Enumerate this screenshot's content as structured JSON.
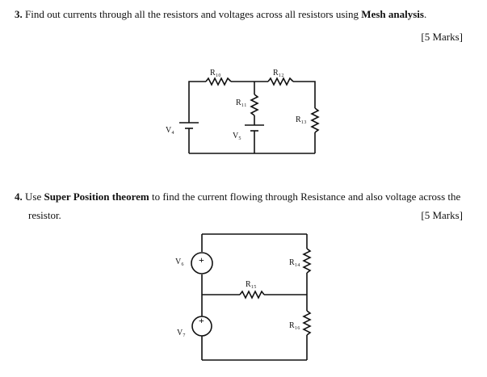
{
  "q3": {
    "number": "3.",
    "text_before": "Find out currents through all the resistors and voltages across all resistors using ",
    "bold": "Mesh analysis",
    "text_after": ".",
    "marks": "[5 Marks]",
    "labels": {
      "r10": "R₁₀",
      "r12": "R₁₂",
      "r11": "R₁₁",
      "r13": "R₁₃",
      "v4": "V₄",
      "v5": "V₅"
    }
  },
  "q4": {
    "number": "4.",
    "text_before": "Use ",
    "bold": "Super Position theorem",
    "text_after": " to find the current flowing through Resistance and also voltage across the",
    "line2": "resistor.",
    "marks": "[5 Marks]",
    "labels": {
      "v6": "V₆",
      "v7": "V₇",
      "r14": "R₁₄",
      "r15": "R₁₅",
      "r16": "R₁₆",
      "plus": "+"
    }
  }
}
